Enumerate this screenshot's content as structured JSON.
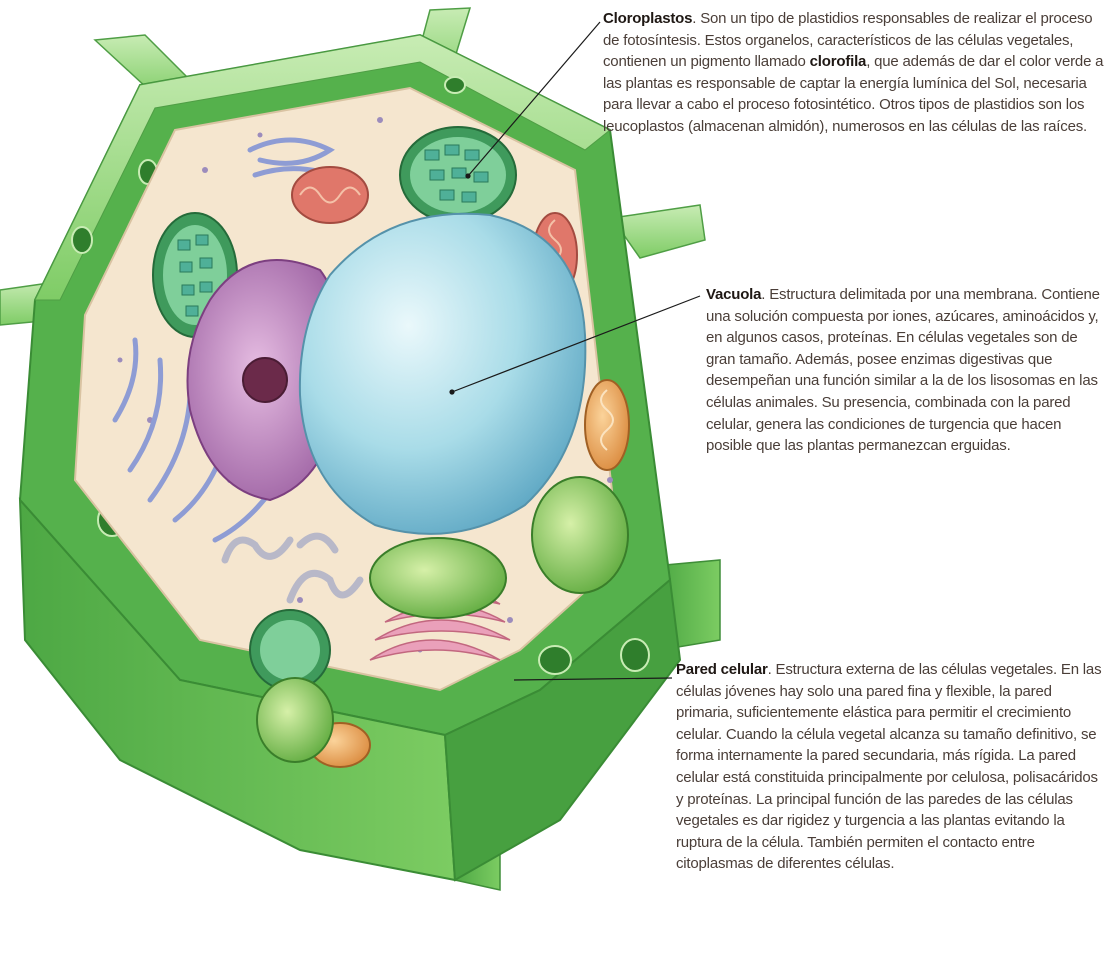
{
  "annotations": [
    {
      "term": "Cloroplastos",
      "text_parts": [
        ". Son un tipo de plastidios responsables de realizar el proceso de fotosíntesis. Estos organelos, característicos de las células vegetales, contienen un pigmento llamado ",
        "clorofila",
        ", que además de dar el color verde a las plantas es responsable de captar la energía lumínica del Sol, necesaria para llevar a cabo el proceso fotosintético. Otros tipos de plastidios son los leucoplastos (almacenan almidón), numerosos en las células de las raíces."
      ]
    },
    {
      "term": "Vacuola",
      "text": ". Estructura delimitada por una membrana. Contiene una solución compuesta por iones, azúcares, aminoácidos y, en algunos casos, proteínas. En células vegetales son de gran tamaño. Además, posee enzimas digestivas que desempeñan una función similar a la de los lisosomas en las células animales. Su presencia, combinada con la pared celular, genera las condiciones de turgencia que hacen posible que las plantas permanezcan erguidas."
    },
    {
      "term": "Pared celular",
      "text": ". Estructura externa de las células vegetales. En las células jóvenes hay solo una pared fina y flexible, la pared primaria, suficientemente elástica para permitir el crecimiento celular. Cuando la célula vegetal alcanza su tamaño definitivo, se forma internamente la pared secundaria, más rígida. La pared celular está constituida principalmente por celulosa, polisacáridos y proteínas. La principal función de las paredes de las células vegetales es dar rigidez y turgencia a las plantas evitando la ruptura de la célula. También permiten el contacto entre citoplasmas de diferentes células."
    }
  ],
  "colors": {
    "wall_light": "#a8dc96",
    "wall_mid": "#6cc05a",
    "wall_dark": "#3f9a3c",
    "cytoplasm": "#f5e6cf",
    "vacuole": "#a9dce8",
    "nucleus": "#c48ac4",
    "nucleolus": "#6b2a4a",
    "chloroplast": "#3f9a5c",
    "mitochondria": "#e0776a",
    "golgi": "#e88aa8",
    "er": "#8e9cd4",
    "text": "#4a3e38",
    "leader_line": "#1a1a1a"
  }
}
